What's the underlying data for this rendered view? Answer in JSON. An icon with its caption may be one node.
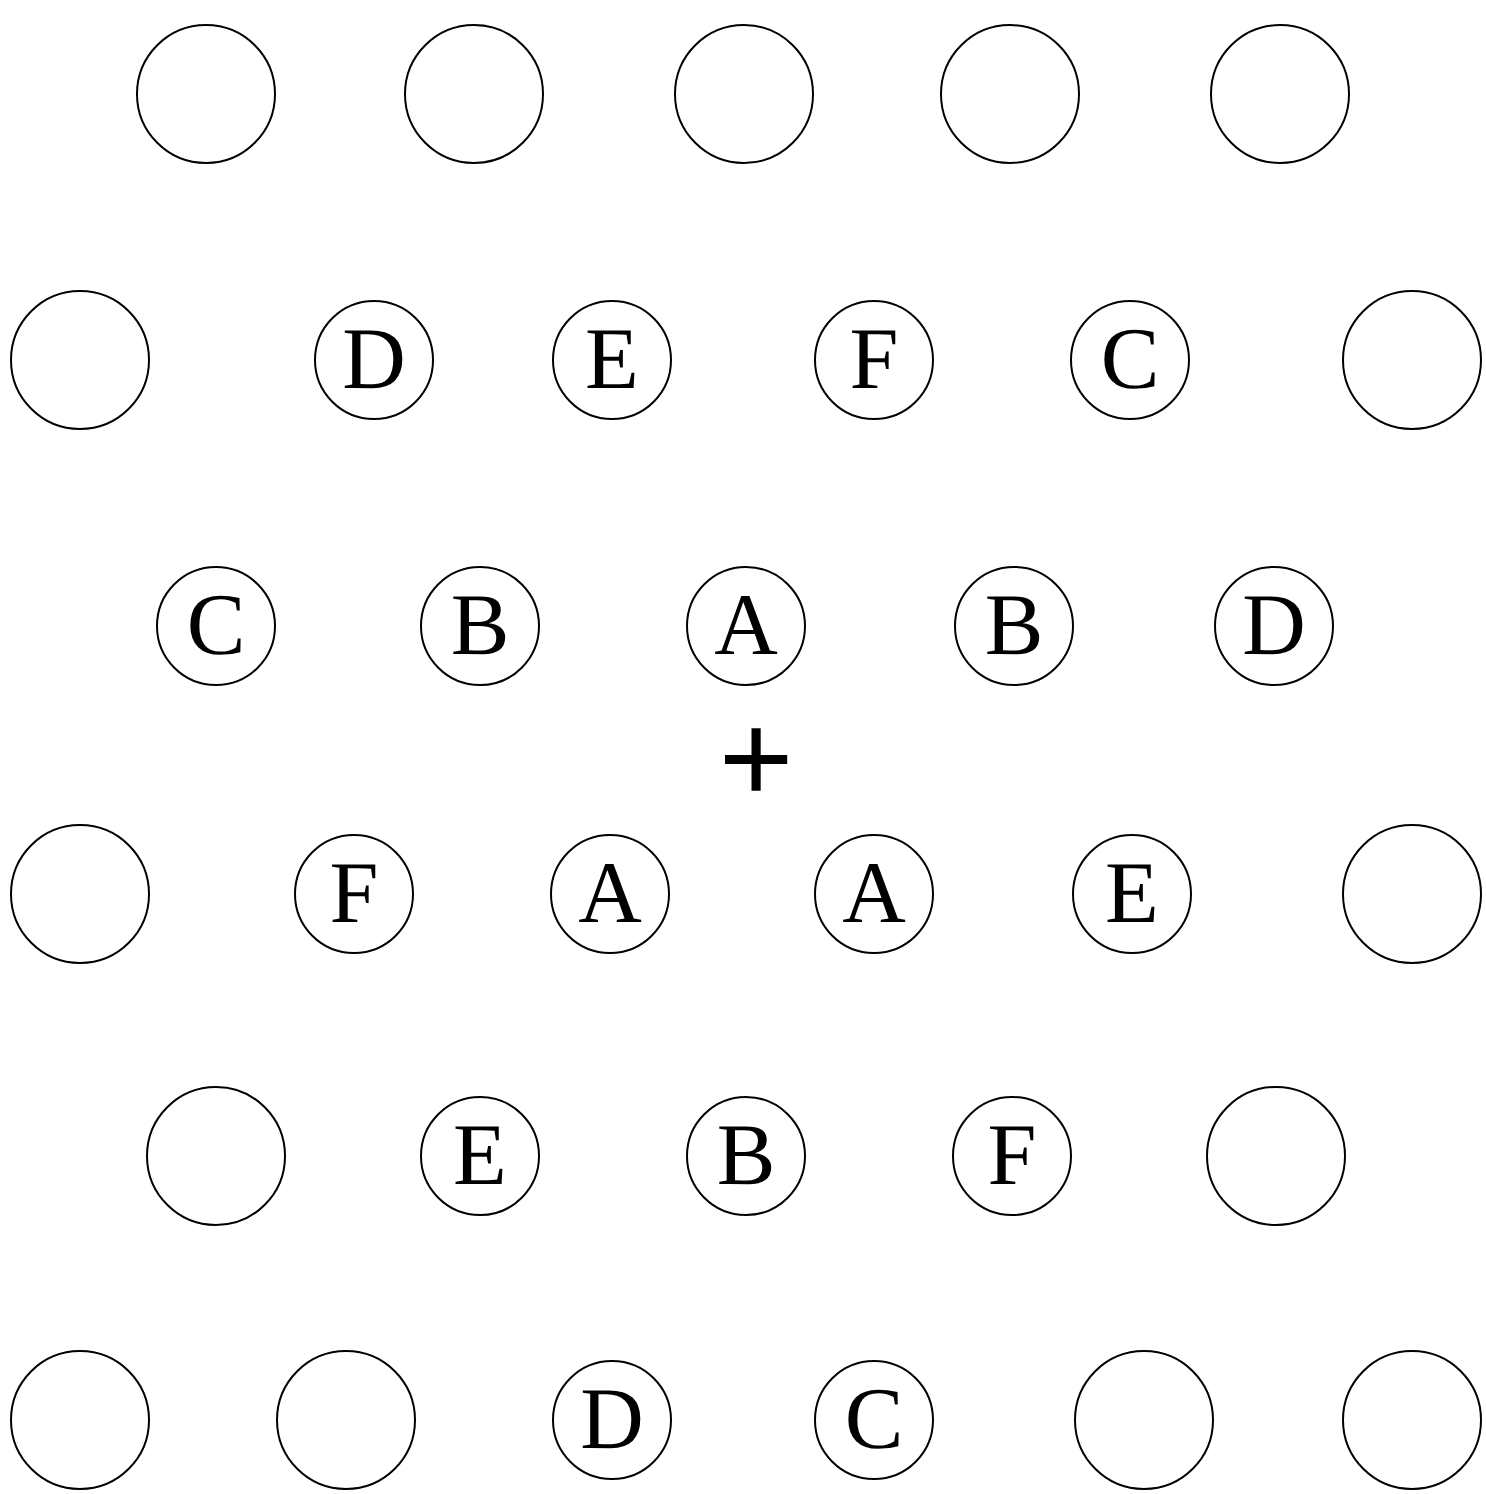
{
  "diagram": {
    "nodes": [
      {
        "text": [],
        "shape": "circle"
      },
      {
        "text": [],
        "shape": "circle"
      },
      {
        "text": [],
        "shape": "circle"
      },
      {
        "text": [],
        "shape": "circle"
      },
      {
        "text": [],
        "shape": "circle"
      },
      {
        "text": [],
        "shape": "circle"
      },
      {
        "text": [
          "D"
        ]
      },
      {
        "text": [
          "E"
        ]
      },
      {
        "text": [
          "F"
        ]
      },
      {
        "text": [
          "C"
        ]
      },
      {
        "text": [],
        "shape": "circle"
      },
      {
        "text": [
          "C"
        ]
      },
      {
        "text": [
          "B"
        ]
      },
      {
        "text": [
          "A"
        ]
      },
      {
        "text": [
          "B"
        ]
      },
      {
        "text": [
          "D"
        ]
      },
      {
        "text": [],
        "shape": "circle"
      },
      {
        "text": [
          "F"
        ]
      },
      {
        "text": [
          "A"
        ]
      },
      {
        "text": [
          "A"
        ]
      },
      {
        "text": [
          "E"
        ]
      },
      {
        "text": [],
        "shape": "circle"
      },
      {
        "text": [],
        "shape": "circle"
      },
      {
        "text": [
          "E"
        ]
      },
      {
        "text": [
          "B"
        ]
      },
      {
        "text": [
          "F"
        ]
      },
      {
        "text": [],
        "shape": "circle"
      },
      {
        "text": [],
        "shape": "circle"
      },
      {
        "text": [],
        "shape": "circle"
      },
      {
        "text": [
          "D"
        ]
      },
      {
        "text": [
          "C"
        ]
      },
      {
        "text": [],
        "shape": "circle"
      },
      {
        "text": [],
        "shape": "circle"
      }
    ],
    "labels": [
      "+"
    ]
  }
}
